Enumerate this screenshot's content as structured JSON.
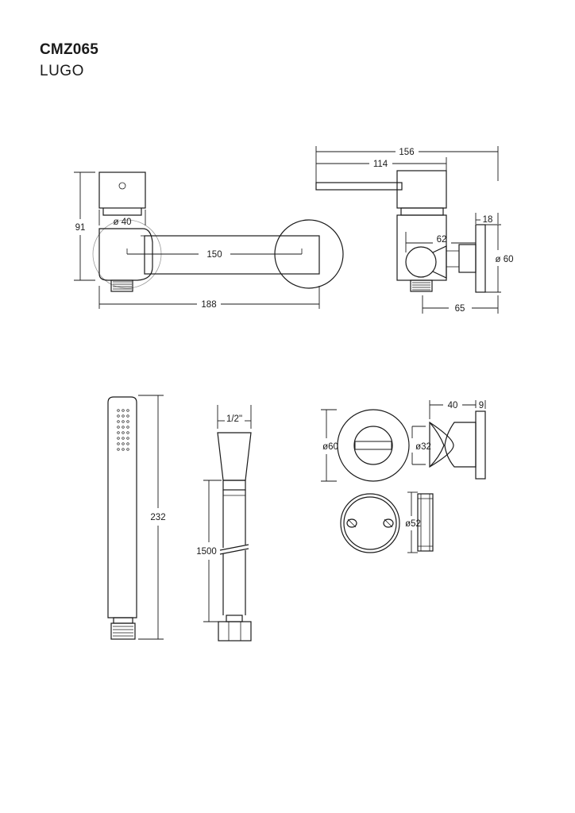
{
  "header": {
    "model_code": "CMZ065",
    "model_name": "LUGO"
  },
  "dimensions": {
    "front_height": "91",
    "front_body_diameter": "ø 40",
    "front_centres": "150",
    "front_overall_width": "188",
    "side_overall_depth": "156",
    "side_lever_length": "114",
    "side_rosette_depth": "18",
    "side_outlet_depth": "62",
    "side_rosette_diameter": "ø 60",
    "side_base_depth": "65",
    "handshower_length": "232",
    "hose_connection": "1/2\"",
    "hose_length": "1500",
    "escutcheon_width": "40",
    "escutcheon_thickness": "9",
    "escutcheon_diameter": "ø60",
    "escutcheon_inner_diameter": "ø32",
    "flange_diameter": "ø52"
  }
}
